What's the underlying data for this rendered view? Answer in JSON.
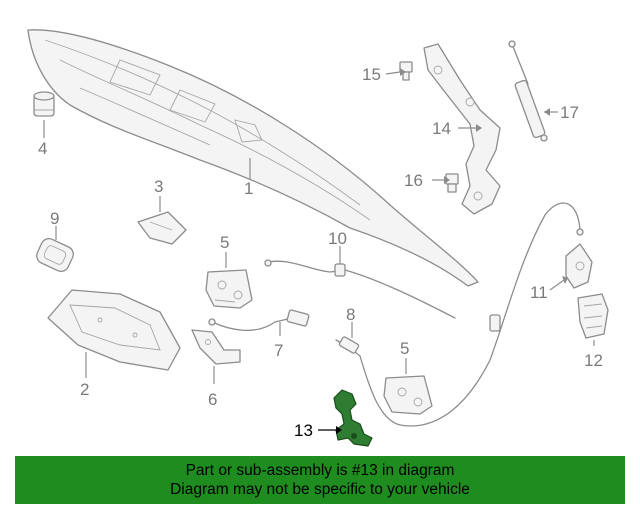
{
  "callouts": {
    "c1": "1",
    "c2": "2",
    "c3": "3",
    "c4": "4",
    "c5a": "5",
    "c5b": "5",
    "c6": "6",
    "c7": "7",
    "c8": "8",
    "c9": "9",
    "c10": "10",
    "c11": "11",
    "c12": "12",
    "c13": "13",
    "c14": "14",
    "c15": "15",
    "c16": "16",
    "c17": "17"
  },
  "highlighted_part": "13",
  "colors": {
    "banner": "#1e8c1e",
    "highlight": "#2f7d32",
    "line": "#8c8c8c"
  },
  "banner": {
    "line1": "Part or sub-assembly is #13 in diagram",
    "line2": "Diagram may not be specific to your vehicle"
  }
}
